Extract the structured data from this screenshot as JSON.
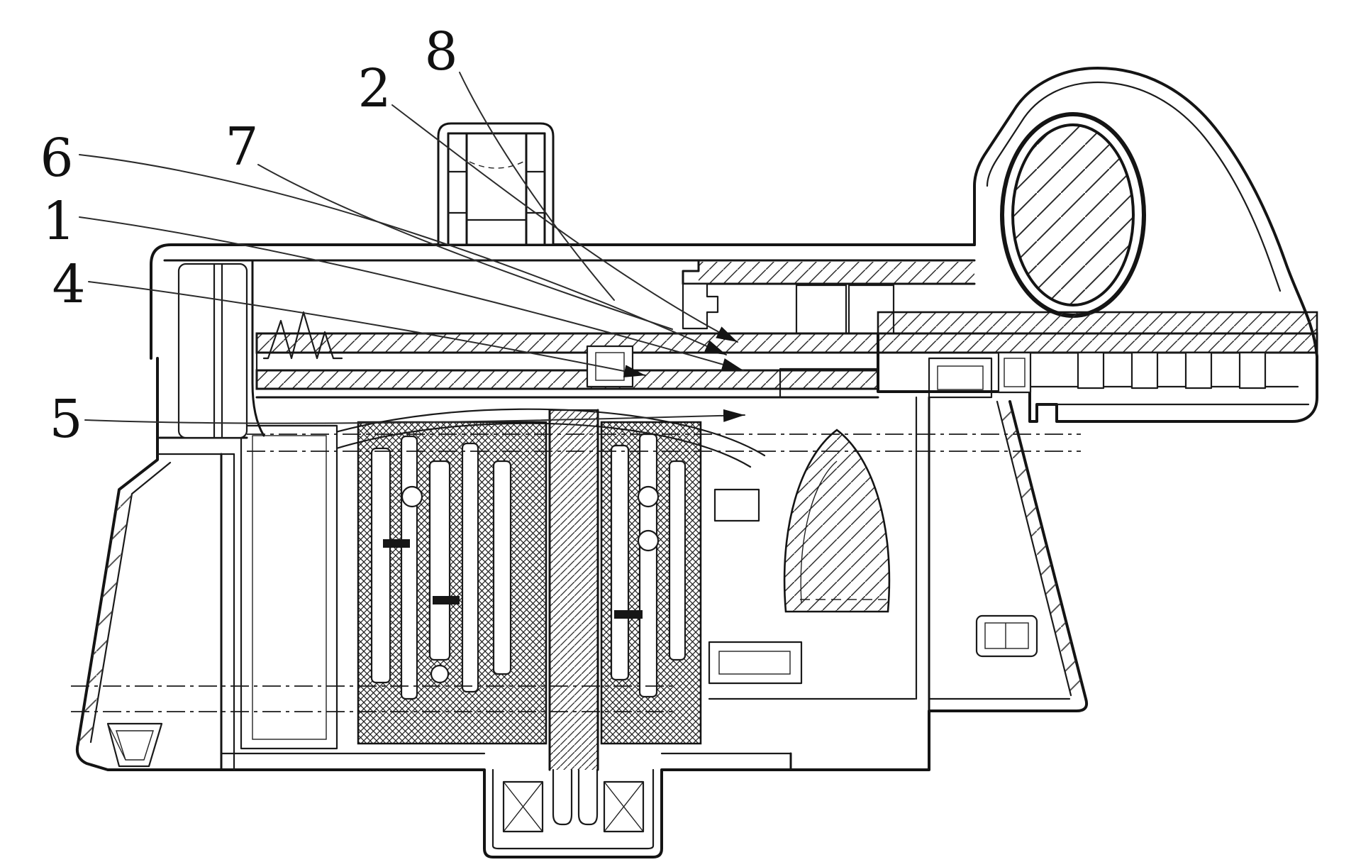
{
  "figure": {
    "kind": "technical cross-section line drawing",
    "background_color": "#ffffff",
    "ink_color": "#141414",
    "hatching": "diagonal section hatching",
    "reference_numerals_visible": [
      "8",
      "2",
      "7",
      "6",
      "1",
      "4",
      "5"
    ]
  },
  "callouts": [
    {
      "ref": "8"
    },
    {
      "ref": "2"
    },
    {
      "ref": "7"
    },
    {
      "ref": "6"
    },
    {
      "ref": "1"
    },
    {
      "ref": "4"
    },
    {
      "ref": "5"
    }
  ]
}
